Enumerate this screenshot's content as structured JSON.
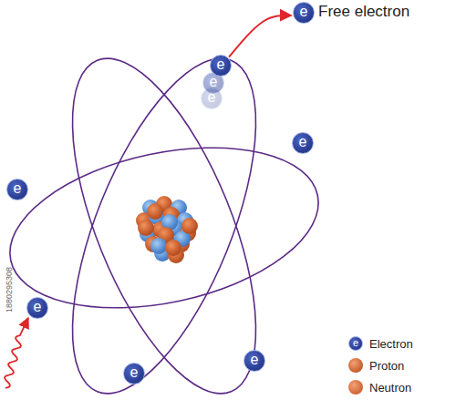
{
  "diagram": {
    "nodes": [
      {
        "text": [
          "e"
        ]
      },
      {
        "text": [
          "e"
        ]
      },
      {
        "text": [
          "e"
        ]
      },
      {
        "text": [
          "e"
        ]
      },
      {
        "text": [
          "e"
        ]
      },
      {
        "text": [
          "e"
        ]
      },
      {
        "text": [
          "e"
        ]
      },
      {
        "text": [
          "e"
        ]
      },
      {
        "text": [
          "e"
        ]
      }
    ],
    "edges": [
      {
        "from": 1,
        "to": 0,
        "arrow": "to"
      }
    ],
    "labels": [
      "Free electron",
      "1880295308",
      "e"
    ],
    "legend": [
      {
        "text": "Electron"
      },
      {
        "text": "Proton",
        "color": "#c8602f"
      },
      {
        "text": "Neutron",
        "color": "#d06a38"
      }
    ]
  }
}
